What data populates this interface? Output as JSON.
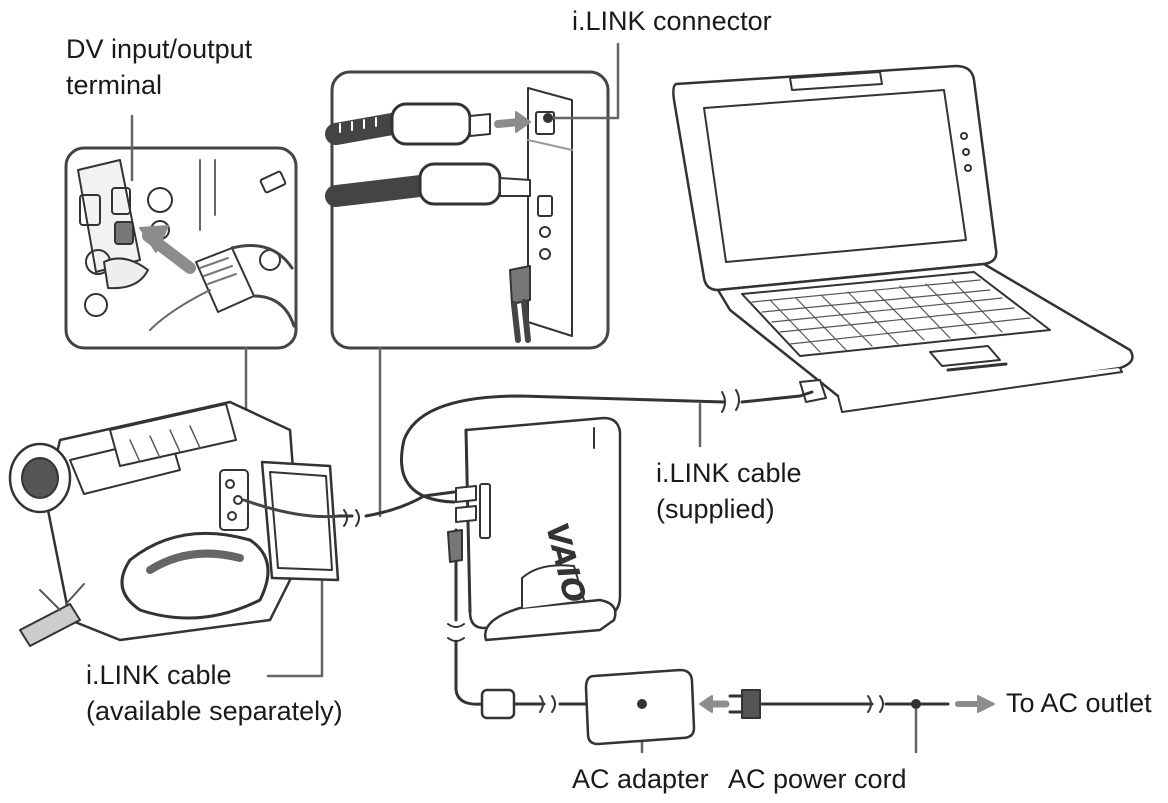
{
  "labels": {
    "dv_terminal_line1": "DV input/output",
    "dv_terminal_line2": "terminal",
    "ilink_connector": "i.LINK connector",
    "ilink_supplied_line1": "i.LINK cable",
    "ilink_supplied_line2": "(supplied)",
    "ilink_separate_line1": "i.LINK cable",
    "ilink_separate_line2": "(available separately)",
    "to_ac_outlet": "To AC outlet",
    "ac_adapter": "AC adapter",
    "ac_power_cord": "AC power cord"
  },
  "logo_text": "VAIO",
  "colors": {
    "line": "#333333",
    "leader": "#666666",
    "arrow": "#8c8c8c",
    "hatch": "#555555"
  }
}
